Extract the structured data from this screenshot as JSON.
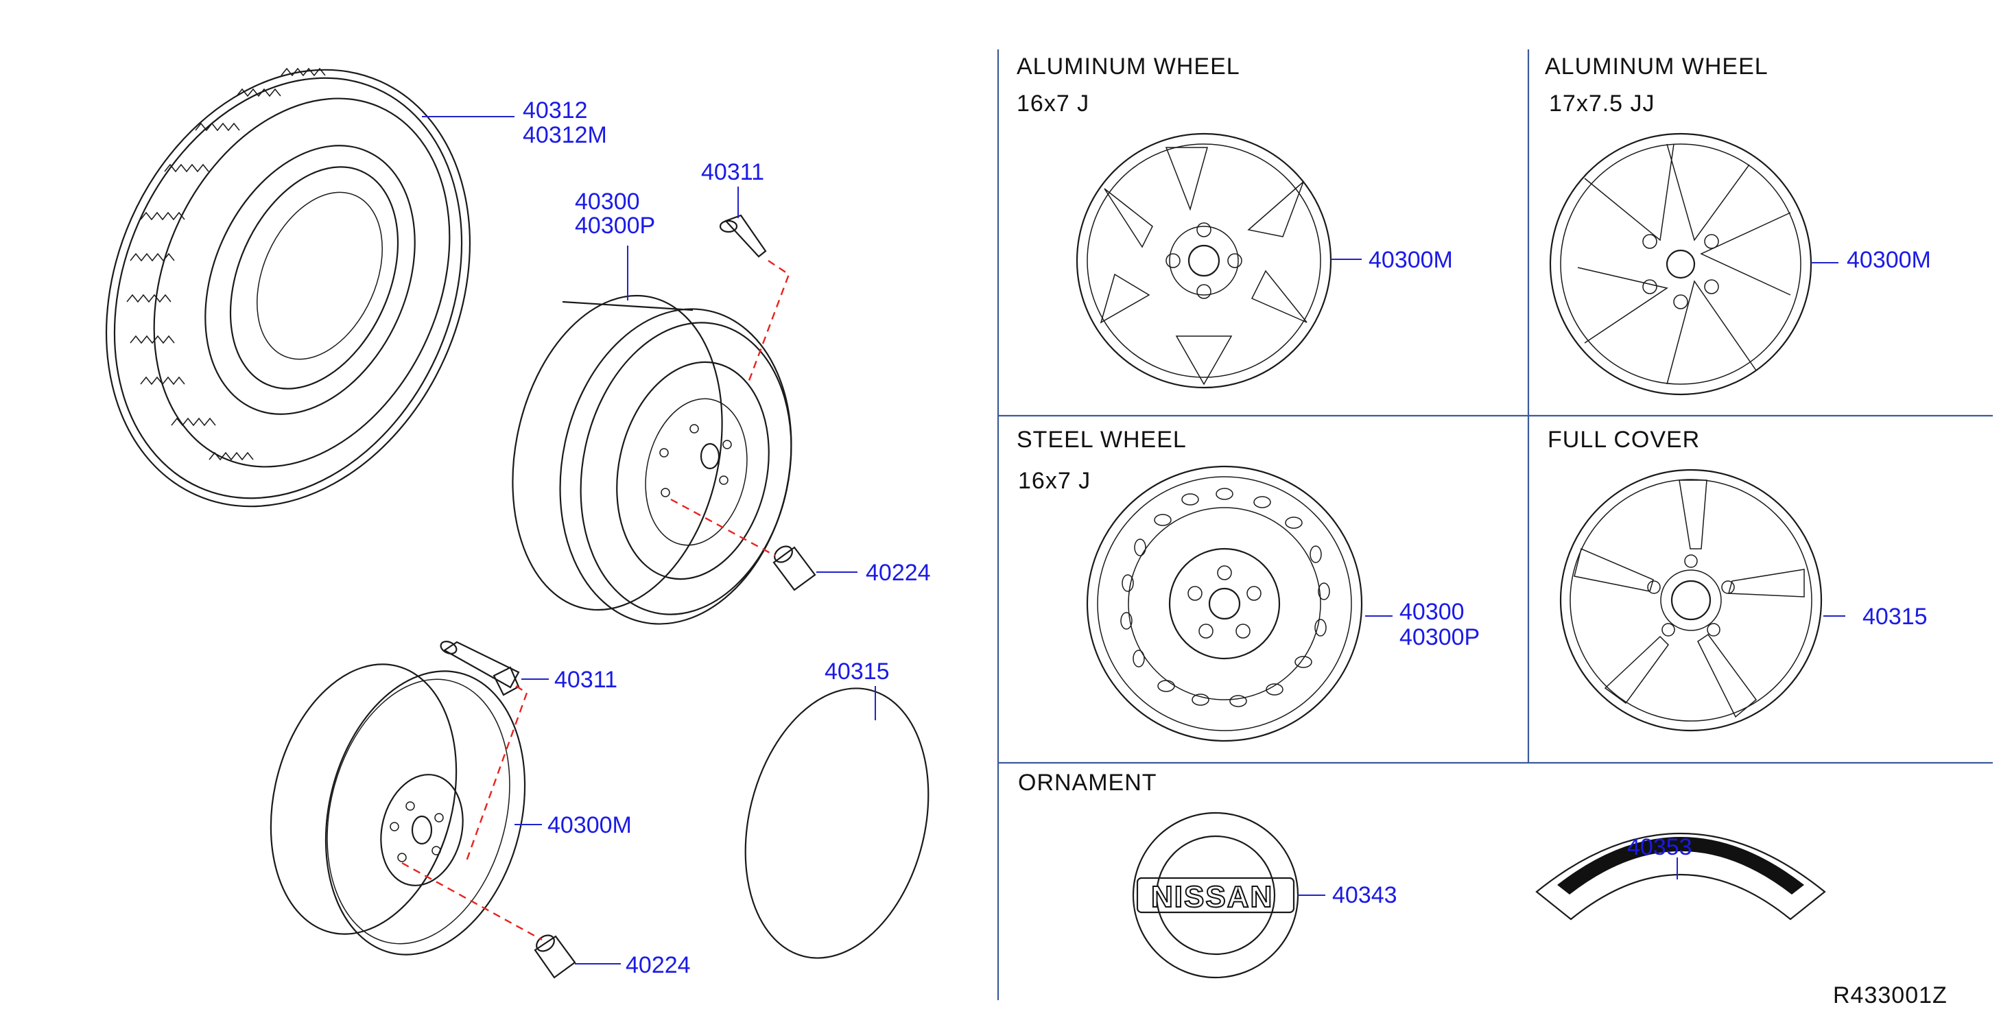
{
  "diagram_id": "R433001Z",
  "panels": {
    "aluminum_16": {
      "title": "ALUMINUM   WHEEL",
      "size": "16x7   J",
      "part": "40300M"
    },
    "aluminum_17": {
      "title": "ALUMINUM   WHEEL",
      "size": "17x7.5   JJ",
      "part": "40300M"
    },
    "steel": {
      "title": "STEEL   WHEEL",
      "size": "16x7   J",
      "part_1": "40300",
      "part_2": "40300P"
    },
    "full_cover": {
      "title": "FULL   COVER",
      "part": "40315"
    },
    "ornament": {
      "title": "ORNAMENT",
      "emblem_part": "40343",
      "emblem_text": "NISSAN",
      "label_part": "40353"
    }
  },
  "callouts": {
    "tire_1": "40312",
    "tire_2": "40312M",
    "wheel_1": "40300",
    "wheel_2": "40300P",
    "valve_top": "40311",
    "nut_top": "40224",
    "valve_bottom": "40311",
    "alu_wheel": "40300M",
    "nut_bottom": "40224",
    "cover": "40315"
  },
  "colors": {
    "part_number": "#1a1ae6",
    "line_art": "#1a1a1a",
    "dashed_leader": "#e8231f",
    "panel_divider": "#3a5a9a"
  }
}
